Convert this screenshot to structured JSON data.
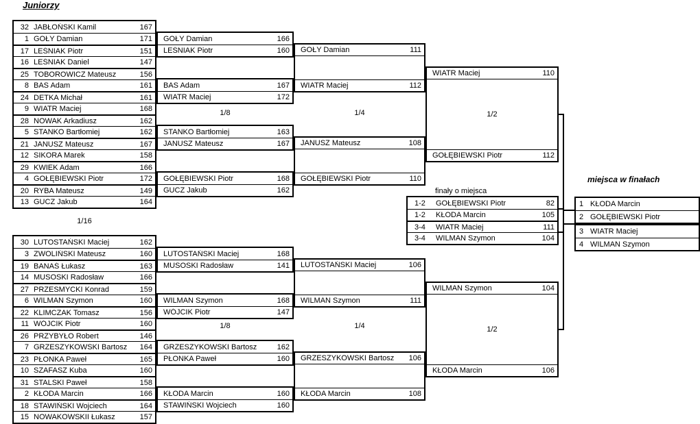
{
  "title": "Juniorzy",
  "round_labels": {
    "r32": "1/16",
    "r16": "1/8",
    "qf": "1/4",
    "sf": "1/2"
  },
  "players": {
    "top": [
      {
        "seed": "32",
        "name": "JABŁOŃSKI Kamil",
        "score": "167"
      },
      {
        "seed": "1",
        "name": "GOŁY Damian",
        "score": "171"
      },
      {
        "seed": "17",
        "name": "LEŚNIAK Piotr",
        "score": "151"
      },
      {
        "seed": "16",
        "name": "LEŚNIAK Daniel",
        "score": "147"
      },
      {
        "seed": "25",
        "name": "TOBOROWICZ Mateusz",
        "score": "156"
      },
      {
        "seed": "8",
        "name": "BAS Adam",
        "score": "161"
      },
      {
        "seed": "24",
        "name": "DETKA Michał",
        "score": "161"
      },
      {
        "seed": "9",
        "name": "WIATR Maciej",
        "score": "168"
      },
      {
        "seed": "28",
        "name": "NOWAK Arkadiusz",
        "score": "162"
      },
      {
        "seed": "5",
        "name": "STANKO Bartłomiej",
        "score": "162"
      },
      {
        "seed": "21",
        "name": "JANUSZ Mateusz",
        "score": "167"
      },
      {
        "seed": "12",
        "name": "SIKORA Marek",
        "score": "158"
      },
      {
        "seed": "29",
        "name": "KWIEK Adam",
        "score": "166"
      },
      {
        "seed": "4",
        "name": "GOŁĘBIEWSKI Piotr",
        "score": "172"
      },
      {
        "seed": "20",
        "name": "RYBA Mateusz",
        "score": "149"
      },
      {
        "seed": "13",
        "name": "GUCZ Jakub",
        "score": "164"
      }
    ],
    "bottom": [
      {
        "seed": "30",
        "name": "LUTOSTAŃSKI Maciej",
        "score": "162"
      },
      {
        "seed": "3",
        "name": "ZWOLIŃSKI Mateusz",
        "score": "160"
      },
      {
        "seed": "19",
        "name": "BANAŚ Łukasz",
        "score": "163"
      },
      {
        "seed": "14",
        "name": "MUSOSKI Radosław",
        "score": "166"
      },
      {
        "seed": "27",
        "name": "PRZESMYCKI Konrad",
        "score": "159"
      },
      {
        "seed": "6",
        "name": "WILMAN Szymon",
        "score": "160"
      },
      {
        "seed": "22",
        "name": "KLIMCZAK Tomasz",
        "score": "156"
      },
      {
        "seed": "11",
        "name": "WÓJCIK Piotr",
        "score": "160"
      },
      {
        "seed": "26",
        "name": "PRZYBYŁO Robert",
        "score": "146"
      },
      {
        "seed": "7",
        "name": "GRZESZYKOWSKI Bartosz",
        "score": "164"
      },
      {
        "seed": "23",
        "name": "PŁONKA Paweł",
        "score": "165"
      },
      {
        "seed": "10",
        "name": "SZAFASZ Kuba",
        "score": "160"
      },
      {
        "seed": "31",
        "name": "STALSKI Paweł",
        "score": "158"
      },
      {
        "seed": "2",
        "name": "KŁODA Marcin",
        "score": "166"
      },
      {
        "seed": "18",
        "name": "STAWIŃSKI Wojciech",
        "score": "164"
      },
      {
        "seed": "15",
        "name": "NOWAKOWSKII Łukasz",
        "score": "157"
      }
    ]
  },
  "r16": [
    [
      {
        "name": "GOŁY Damian",
        "score": "166"
      },
      {
        "name": "LEŚNIAK Piotr",
        "score": "160"
      }
    ],
    [
      {
        "name": "BAS Adam",
        "score": "167"
      },
      {
        "name": "WIATR Maciej",
        "score": "172"
      }
    ],
    [
      {
        "name": "STANKO Bartłomiej",
        "score": "163"
      },
      {
        "name": "JANUSZ Mateusz",
        "score": "167"
      }
    ],
    [
      {
        "name": "GOŁĘBIEWSKI Piotr",
        "score": "168"
      },
      {
        "name": "GUCZ Jakub",
        "score": "162"
      }
    ],
    [
      {
        "name": "LUTOSTAŃSKI Maciej",
        "score": "168"
      },
      {
        "name": "MUSOSKI Radosław",
        "score": "141"
      }
    ],
    [
      {
        "name": "WILMAN Szymon",
        "score": "168"
      },
      {
        "name": "WÓJCIK Piotr",
        "score": "147"
      }
    ],
    [
      {
        "name": "GRZESZYKOWSKI Bartosz",
        "score": "162"
      },
      {
        "name": "PŁONKA Paweł",
        "score": "160"
      }
    ],
    [
      {
        "name": "KŁODA Marcin",
        "score": "160"
      },
      {
        "name": "STAWIŃSKI Wojciech",
        "score": "160"
      }
    ]
  ],
  "qf": [
    [
      {
        "name": "GOŁY Damian",
        "score": "111"
      },
      {
        "name": "WIATR Maciej",
        "score": "112"
      }
    ],
    [
      {
        "name": "JANUSZ Mateusz",
        "score": "108"
      },
      {
        "name": "GOŁĘBIEWSKI Piotr",
        "score": "110"
      }
    ],
    [
      {
        "name": "LUTOSTAŃSKI Maciej",
        "score": "106"
      },
      {
        "name": "WILMAN Szymon",
        "score": "111"
      }
    ],
    [
      {
        "name": "GRZESZYKOWSKI Bartosz",
        "score": "106"
      },
      {
        "name": "KŁODA Marcin",
        "score": "108"
      }
    ]
  ],
  "sf": [
    [
      {
        "name": "WIATR Maciej",
        "score": "110"
      },
      {
        "name": "GOŁĘBIEWSKI Piotr",
        "score": "112"
      }
    ],
    [
      {
        "name": "WILMAN Szymon",
        "score": "104"
      },
      {
        "name": "KŁODA Marcin",
        "score": "106"
      }
    ]
  ],
  "finals": {
    "label": "finały o miejsca",
    "rows": [
      {
        "place": "1-2",
        "name": "GOŁĘBIEWSKI Piotr",
        "score": "82"
      },
      {
        "place": "1-2",
        "name": "KŁODA Marcin",
        "score": "105"
      },
      {
        "place": "3-4",
        "name": "WIATR Maciej",
        "score": "111"
      },
      {
        "place": "3-4",
        "name": "WILMAN Szymon",
        "score": "104"
      }
    ]
  },
  "standings": {
    "title": "miejsca w finałach",
    "rows": [
      {
        "place": "1",
        "name": "KŁODA Marcin"
      },
      {
        "place": "2",
        "name": "GOŁĘBIEWSKI Piotr"
      },
      {
        "place": "3",
        "name": "WIATR Maciej"
      },
      {
        "place": "4",
        "name": "WILMAN Szymon"
      }
    ]
  }
}
